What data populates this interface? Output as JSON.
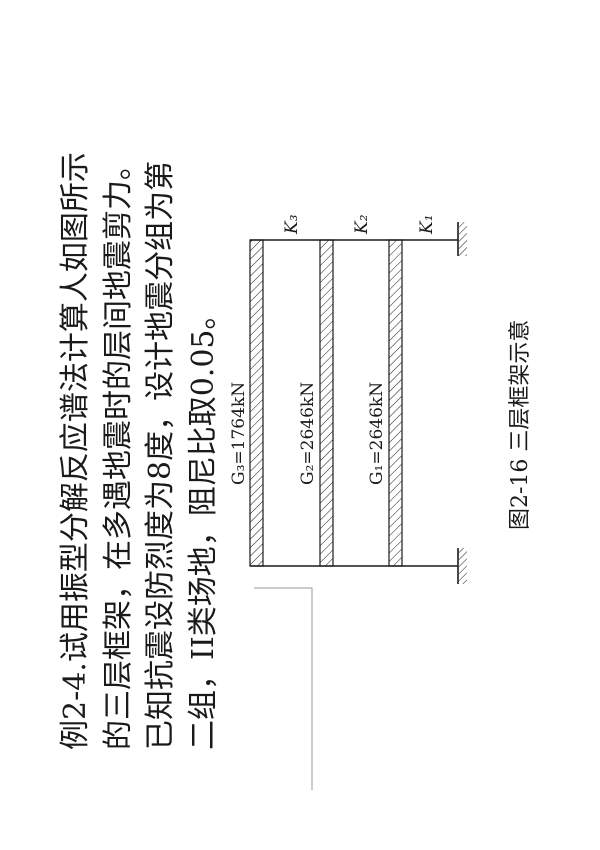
{
  "problem": {
    "lines": [
      "例2-4.试用振型分解反应谱法计算人如图所示",
      "的三层框架，在多遇地震时的层间地震剪力。",
      "已知抗震设防烈度为8度，设计地震分组为第",
      "二组，II类场地，阻尼比取0.05。"
    ]
  },
  "diagram": {
    "loads": [
      "G₃=1764kN",
      "G₂=2646kN",
      "G₁=2646kN"
    ],
    "stiffness": [
      "K₃",
      "K₂",
      "K₁"
    ],
    "caption": "图2-16  三层框架示意"
  },
  "colors": {
    "ink": "#1a1a1a",
    "rule": "#9a9a9a",
    "background": "#ffffff"
  }
}
